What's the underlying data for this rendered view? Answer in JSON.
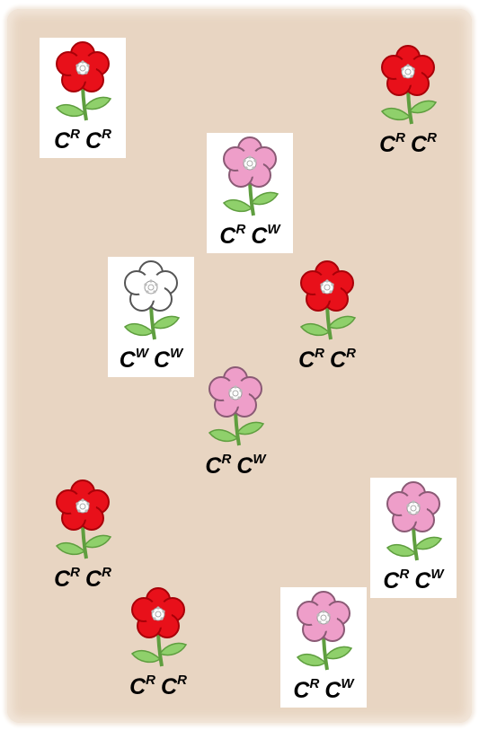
{
  "colors": {
    "background": "#e8d5c2",
    "red_petal": "#e8101a",
    "red_edge": "#a80008",
    "pink_petal": "#ee9ec9",
    "pink_edge": "#8a5a75",
    "white_petal": "#ffffff",
    "white_edge": "#555555",
    "stem": "#5f9e3f",
    "leaf": "#8fd06b"
  },
  "flowers": [
    {
      "color": "red",
      "card": true,
      "allele1": {
        "base": "C",
        "sup": "R"
      },
      "allele2": {
        "base": "C",
        "sup": "R"
      }
    },
    {
      "color": "red",
      "card": false,
      "allele1": {
        "base": "C",
        "sup": "R"
      },
      "allele2": {
        "base": "C",
        "sup": "R"
      }
    },
    {
      "color": "pink",
      "card": true,
      "allele1": {
        "base": "C",
        "sup": "R"
      },
      "allele2": {
        "base": "C",
        "sup": "W"
      }
    },
    {
      "color": "white",
      "card": true,
      "allele1": {
        "base": "C",
        "sup": "W"
      },
      "allele2": {
        "base": "C",
        "sup": "W"
      }
    },
    {
      "color": "red",
      "card": false,
      "allele1": {
        "base": "C",
        "sup": "R"
      },
      "allele2": {
        "base": "C",
        "sup": "R"
      }
    },
    {
      "color": "pink",
      "card": false,
      "allele1": {
        "base": "C",
        "sup": "R"
      },
      "allele2": {
        "base": "C",
        "sup": "W"
      }
    },
    {
      "color": "red",
      "card": false,
      "allele1": {
        "base": "C",
        "sup": "R"
      },
      "allele2": {
        "base": "C",
        "sup": "R"
      }
    },
    {
      "color": "pink",
      "card": true,
      "allele1": {
        "base": "C",
        "sup": "R"
      },
      "allele2": {
        "base": "C",
        "sup": "W"
      }
    },
    {
      "color": "red",
      "card": false,
      "allele1": {
        "base": "C",
        "sup": "R"
      },
      "allele2": {
        "base": "C",
        "sup": "R"
      }
    },
    {
      "color": "pink",
      "card": true,
      "allele1": {
        "base": "C",
        "sup": "R"
      },
      "allele2": {
        "base": "C",
        "sup": "W"
      }
    }
  ]
}
